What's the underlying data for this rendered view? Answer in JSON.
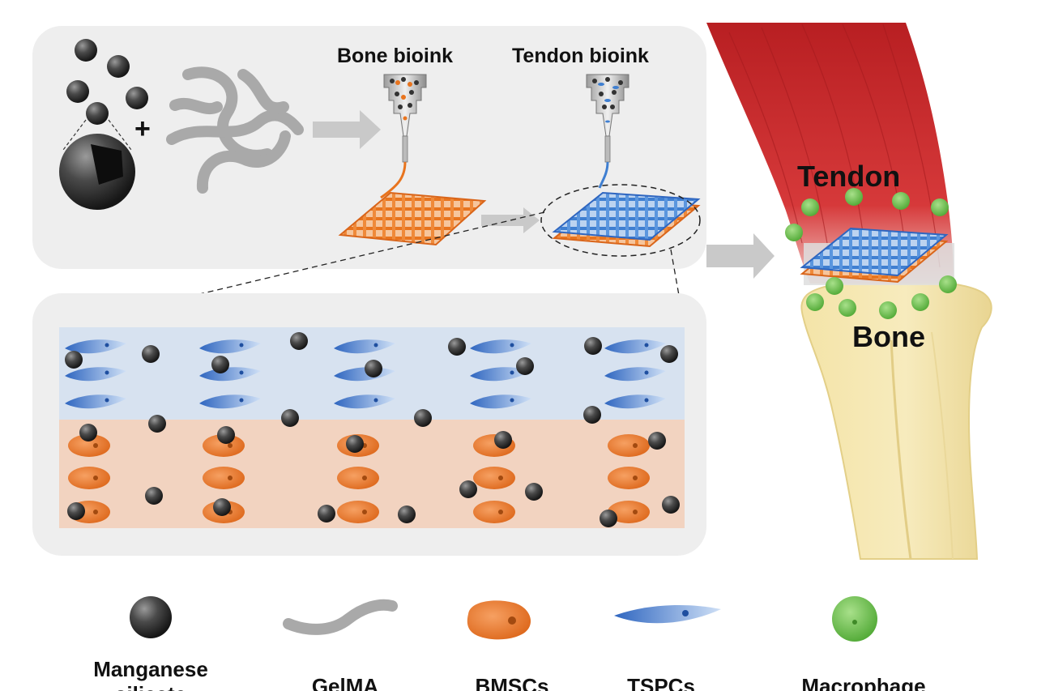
{
  "figure": {
    "labels": {
      "bone_bioink": "Bone bioink",
      "tendon_bioink": "Tendon bioink",
      "tendon": "Tendon",
      "bone": "Bone",
      "plus": "+"
    },
    "legend": [
      {
        "icon": "manganese-particle-icon",
        "line1": "Manganese",
        "line2": "silicate"
      },
      {
        "icon": "gelma-strand-icon",
        "line1": "GelMA",
        "line2": ""
      },
      {
        "icon": "bmsc-cell-icon",
        "line1": "BMSCs",
        "line2": ""
      },
      {
        "icon": "tspc-cell-icon",
        "line1": "TSPCs",
        "line2": ""
      },
      {
        "icon": "macrophage-cell-icon",
        "line1": "Macrophage",
        "line2": ""
      }
    ]
  },
  "colors": {
    "panel_bg": "#eeeeee",
    "tendon_layer": "#d7e2f0",
    "bone_layer": "#f2d3c0",
    "orange": "#e8741e",
    "blue": "#3f7fd1",
    "particle": "#3a3a3a",
    "muscle": "#c8282a",
    "bone": "#f2e2a6",
    "macrophage": "#6cbf4c",
    "arrow": "#c9c9c9"
  }
}
